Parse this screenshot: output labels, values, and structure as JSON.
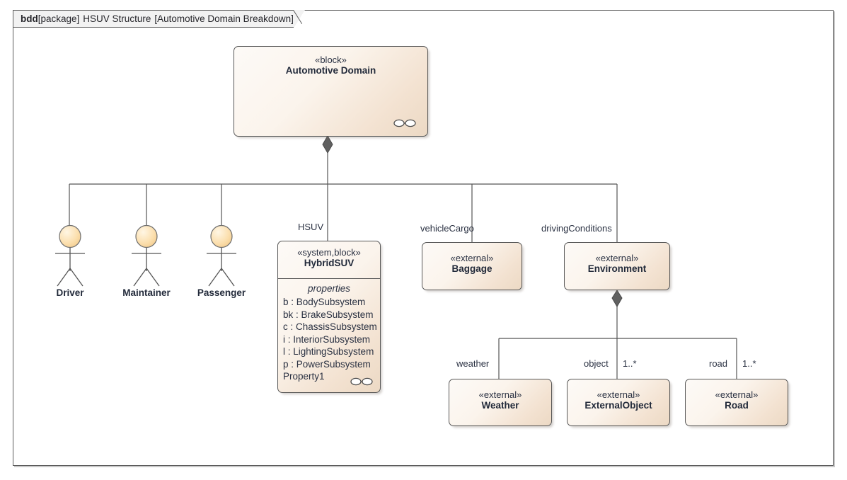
{
  "frame": {
    "kind": "bdd",
    "qualifier": "[package]",
    "package": "HSUV Structure",
    "view": "[Automotive Domain Breakdown]",
    "title_full": "bdd[package] HSUV Structure [Automotive Domain Breakdown]"
  },
  "blocks": {
    "automotive_domain": {
      "stereotype": "«block»",
      "name": "Automotive Domain",
      "icon": "interface-ball-and-socket-icon"
    },
    "hybrid_suv": {
      "stereotype": "«system,block»",
      "name": "HybridSUV",
      "compartment_title": "properties",
      "properties": [
        "b : BodySubsystem",
        "bk : BrakeSubsystem",
        "c : ChassisSubsystem",
        "i : InteriorSubsystem",
        "l : LightingSubsystem",
        "p : PowerSubsystem",
        "Property1"
      ],
      "icon": "interface-ball-and-socket-icon"
    },
    "baggage": {
      "stereotype": "«external»",
      "name": "Baggage"
    },
    "environment": {
      "stereotype": "«external»",
      "name": "Environment"
    },
    "weather": {
      "stereotype": "«external»",
      "name": "Weather"
    },
    "external_object": {
      "stereotype": "«external»",
      "name": "ExternalObject"
    },
    "road": {
      "stereotype": "«external»",
      "name": "Road"
    }
  },
  "actors": [
    {
      "name": "Driver"
    },
    {
      "name": "Maintainer"
    },
    {
      "name": "Passenger"
    }
  ],
  "edge_labels": {
    "hsuv": "HSUV",
    "vehicle_cargo": "vehicleCargo",
    "driving_conditions": "drivingConditions",
    "weather": "weather",
    "object": "object",
    "object_multiplicity": "1..*",
    "road": "road",
    "road_multiplicity": "1..*"
  },
  "colors": {
    "block_fill_light": "#fdfaf7",
    "block_fill_dark": "#ecd9c4",
    "block_border": "#575757",
    "frame_border": "#5b5b5b",
    "title_bar": "#f2f2f2",
    "text": "#2a3142",
    "actor_head": "#fbdfae",
    "line": "#555555",
    "diamond_fill": "#606060"
  }
}
